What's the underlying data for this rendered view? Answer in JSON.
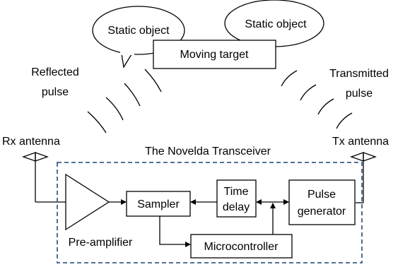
{
  "labels": {
    "static_object_left": "Static object",
    "static_object_right": "Static object",
    "moving_target": "Moving target",
    "reflected_line1": "Reflected",
    "reflected_line2": "pulse",
    "transmitted_line1": "Transmitted",
    "transmitted_line2": "pulse",
    "rx_antenna": "Rx antenna",
    "tx_antenna": "Tx antenna",
    "transceiver_title": "The Novelda Transceiver",
    "sampler": "Sampler",
    "time_delay_line1": "Time",
    "time_delay_line2": "delay",
    "pulse_gen_line1": "Pulse",
    "pulse_gen_line2": "generator",
    "microcontroller": "Microcontroller",
    "pre_amplifier": "Pre-amplifier"
  },
  "colors": {
    "dashed_border": "#3d5f86",
    "line": "#000000"
  }
}
